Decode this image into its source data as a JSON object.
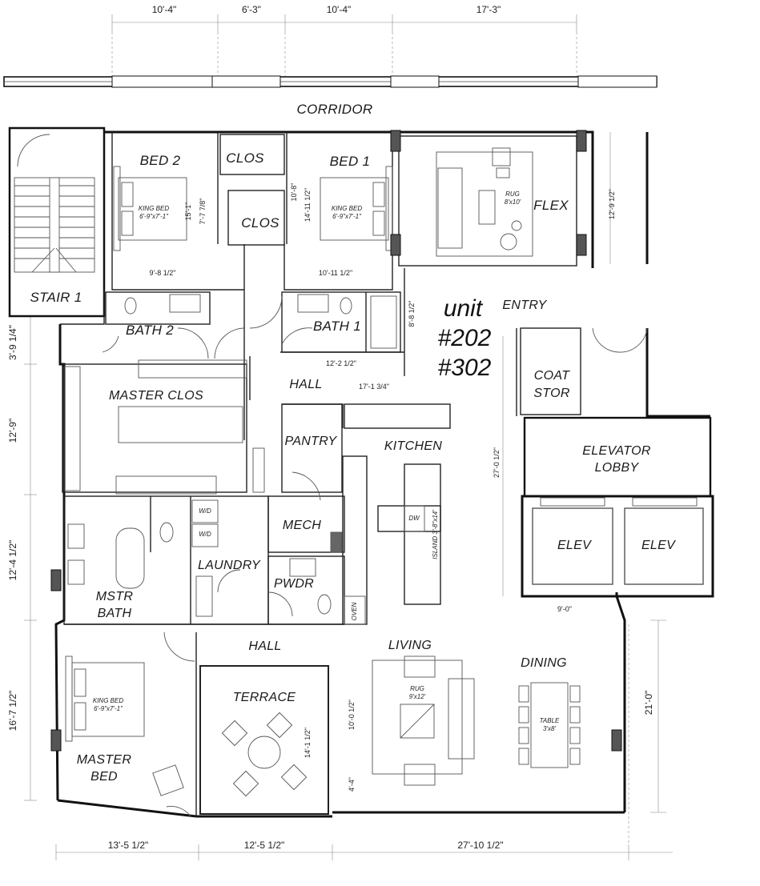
{
  "rooms": {
    "corridor": "CORRIDOR",
    "bed2": "BED 2",
    "clos_top": "CLOS",
    "clos_bottom": "CLOS",
    "bed1": "BED 1",
    "flex": "FLEX",
    "stair1": "STAIR 1",
    "bath2": "BATH 2",
    "bath1": "BATH 1",
    "entry": "ENTRY",
    "coat_stor_1": "COAT",
    "coat_stor_2": "STOR",
    "hall_upper": "HALL",
    "master_clos": "MASTER CLOS",
    "pantry": "PANTRY",
    "kitchen": "KITCHEN",
    "elevator_lobby_1": "ELEVATOR",
    "elevator_lobby_2": "LOBBY",
    "mech": "MECH",
    "elev_left": "ELEV",
    "elev_right": "ELEV",
    "laundry": "LAUNDRY",
    "pwdr": "PWDR",
    "mstr_bath_1": "MSTR",
    "mstr_bath_2": "BATH",
    "hall_lower": "HALL",
    "living": "LIVING",
    "dining": "DINING",
    "terrace": "TERRACE",
    "master_bed_1": "MASTER",
    "master_bed_2": "BED"
  },
  "unit": {
    "label": "unit",
    "num1": "#202",
    "num2": "#302"
  },
  "furniture": {
    "bed2_king_1": "KING BED",
    "bed2_king_2": "6'-9\"x7'-1\"",
    "bed1_king_1": "KING BED",
    "bed1_king_2": "6'-9\"x7'-1\"",
    "master_king_1": "KING BED",
    "master_king_2": "6'-9\"x7'-1\"",
    "flex_rug_1": "RUG",
    "flex_rug_2": "8'x10'",
    "living_rug_1": "RUG",
    "living_rug_2": "9'x12'",
    "table_1": "TABLE",
    "table_2": "3'x8'",
    "dw": "DW",
    "island": "ISLAND 3'-8\"x14'",
    "wd_1": "W/D",
    "wd_2": "W/D",
    "oven": "OVEN"
  },
  "dimensions": {
    "top_1": "10'-4\"",
    "top_2": "6'-3\"",
    "top_3": "10'-4\"",
    "top_4": "17'-3\"",
    "bottom_1": "13'-5 1/2\"",
    "bottom_2": "12'-5 1/2\"",
    "bottom_3": "27'-10 1/2\"",
    "left_1": "3'-9 1/4\"",
    "left_2": "12'-9\"",
    "left_3": "12'-4 1/2\"",
    "left_4": "16'-7 1/2\"",
    "right_1": "21'-0\"",
    "flex_h": "12'-9 1/2\"",
    "bed2_w": "9'-8 1/2\"",
    "bed2_h": "15'-1\"",
    "clos_h": "7'-7 7/8\"",
    "clos_gap": "10'-8\"",
    "bed1_h": "14'-11 1/2\"",
    "bed1_w": "10'-11 1/2\"",
    "entry_h": "8'-8 1/2\"",
    "bath1_w": "12'-2 1/2\"",
    "hall_w": "17'-1 3/4\"",
    "kitchen_h": "27'-0 1/2\"",
    "elev_w": "9'-0\"",
    "living_h": "10'-0 1/2\"",
    "living_small": "4'-4\"",
    "terrace_h": "14'-1 1/2\""
  }
}
